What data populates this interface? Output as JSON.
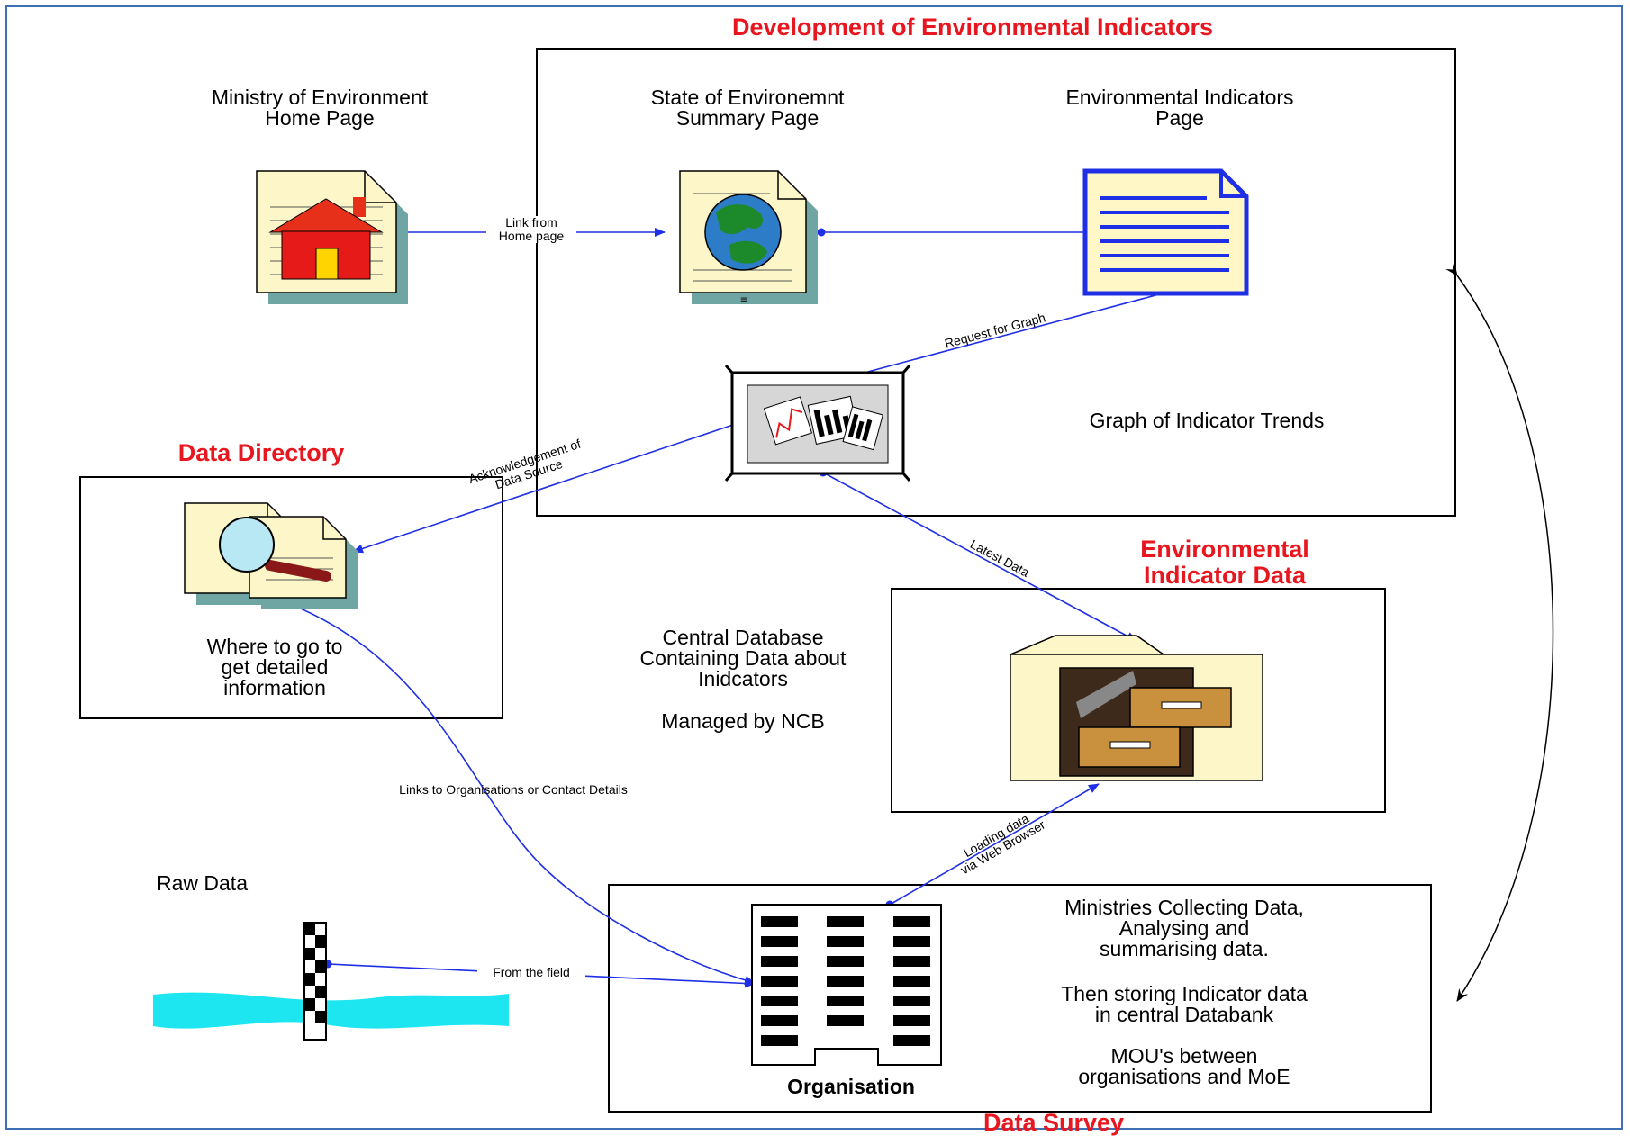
{
  "titles": {
    "development": "Development of Environmental Indicators",
    "data_directory": "Data Directory",
    "env_indicator_data": "Environmental\nIndicator Data",
    "data_survey": "Data Survey"
  },
  "labels": {
    "ministry": "Ministry of Environment\nHome Page",
    "state_summary": "State of Environemnt\nSummary Page",
    "indicators_page": "Environmental Indicators\nPage",
    "graph": "Graph of Indicator Trends",
    "where_to_go": "Where to go to\nget detailed\ninformation",
    "central_db": "Central Database\nContaining Data about\nInidcators",
    "managed_by": "Managed by NCB",
    "raw_data": "Raw Data",
    "ministries": "Ministries Collecting Data,\nAnalysing and\nsummarising data.",
    "storing": "Then storing Indicator data\nin central Databank",
    "mou": "MOU's between\norganisations and MoE",
    "organisation": "Organisation"
  },
  "connectors": {
    "link_home": "Link from\nHome page",
    "request_graph": "Request for Graph",
    "acknowledgement": "Acknowledgement of\nData Source",
    "latest_data": "Latest Data",
    "links_orgs": "Links to Organisations or Contact Details",
    "loading": "Loading data\nvia Web Browser",
    "from_field": "From the field"
  },
  "icons": [
    "home-page-icon",
    "globe-document-icon",
    "text-document-icon",
    "graph-icon",
    "magnifier-documents-icon",
    "filing-cabinet-icon",
    "building-icon",
    "measuring-pole-icon",
    "water-icon"
  ],
  "colors": {
    "title_red": "#e8161e",
    "arrow_blue": "#1f2fe6",
    "paper": "#fdf6c8",
    "frame_blue": "#3c6fb4"
  }
}
